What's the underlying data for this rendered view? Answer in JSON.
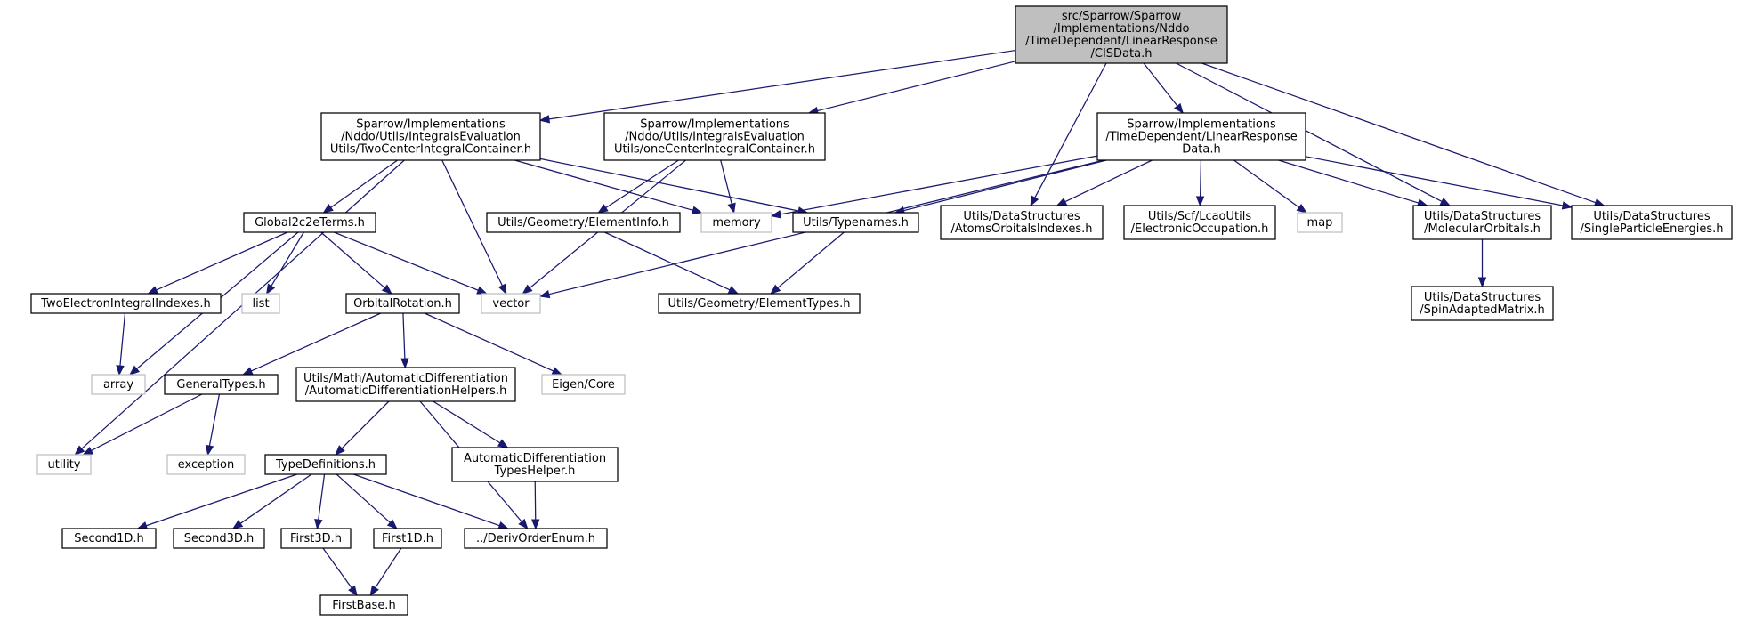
{
  "nodes": [
    {
      "id": "cisdata",
      "lines": [
        "src/Sparrow/Sparrow",
        "/Implementations/Nddo",
        "/TimeDependent/LinearResponse",
        "/CISData.h"
      ],
      "kind": "root"
    },
    {
      "id": "twocenter",
      "lines": [
        "Sparrow/Implementations",
        "/Nddo/Utils/IntegralsEvaluation",
        "Utils/TwoCenterIntegralContainer.h"
      ],
      "kind": "file"
    },
    {
      "id": "onecenter",
      "lines": [
        "Sparrow/Implementations",
        "/Nddo/Utils/IntegralsEvaluation",
        "Utils/oneCenterIntegralContainer.h"
      ],
      "kind": "file"
    },
    {
      "id": "lrdata",
      "lines": [
        "Sparrow/Implementations",
        "/TimeDependent/LinearResponse",
        "Data.h"
      ],
      "kind": "file"
    },
    {
      "id": "global2c2e",
      "lines": [
        "Global2c2eTerms.h"
      ],
      "kind": "file"
    },
    {
      "id": "elementinfo",
      "lines": [
        "Utils/Geometry/ElementInfo.h"
      ],
      "kind": "file"
    },
    {
      "id": "memory",
      "lines": [
        "memory"
      ],
      "kind": "external"
    },
    {
      "id": "typenames",
      "lines": [
        "Utils/Typenames.h"
      ],
      "kind": "file"
    },
    {
      "id": "atomsorb",
      "lines": [
        "Utils/DataStructures",
        "/AtomsOrbitalsIndexes.h"
      ],
      "kind": "file"
    },
    {
      "id": "lcao",
      "lines": [
        "Utils/Scf/LcaoUtils",
        "/ElectronicOccupation.h"
      ],
      "kind": "file"
    },
    {
      "id": "map",
      "lines": [
        "map"
      ],
      "kind": "external"
    },
    {
      "id": "molorb",
      "lines": [
        "Utils/DataStructures",
        "/MolecularOrbitals.h"
      ],
      "kind": "file"
    },
    {
      "id": "spe",
      "lines": [
        "Utils/DataStructures",
        "/SingleParticleEnergies.h"
      ],
      "kind": "file"
    },
    {
      "id": "twoelec",
      "lines": [
        "TwoElectronIntegralIndexes.h"
      ],
      "kind": "file"
    },
    {
      "id": "list",
      "lines": [
        "list"
      ],
      "kind": "external"
    },
    {
      "id": "orbrot",
      "lines": [
        "OrbitalRotation.h"
      ],
      "kind": "file"
    },
    {
      "id": "vector",
      "lines": [
        "vector"
      ],
      "kind": "external"
    },
    {
      "id": "elementtypes",
      "lines": [
        "Utils/Geometry/ElementTypes.h"
      ],
      "kind": "file"
    },
    {
      "id": "spinmat",
      "lines": [
        "Utils/DataStructures",
        "/SpinAdaptedMatrix.h"
      ],
      "kind": "file"
    },
    {
      "id": "array",
      "lines": [
        "array"
      ],
      "kind": "external"
    },
    {
      "id": "gentypes",
      "lines": [
        "GeneralTypes.h"
      ],
      "kind": "file"
    },
    {
      "id": "autodiff",
      "lines": [
        "Utils/Math/AutomaticDifferentiation",
        "/AutomaticDifferentiationHelpers.h"
      ],
      "kind": "file"
    },
    {
      "id": "eigen",
      "lines": [
        "Eigen/Core"
      ],
      "kind": "external"
    },
    {
      "id": "utility",
      "lines": [
        "utility"
      ],
      "kind": "external"
    },
    {
      "id": "exception",
      "lines": [
        "exception"
      ],
      "kind": "external"
    },
    {
      "id": "typedefs",
      "lines": [
        "TypeDefinitions.h"
      ],
      "kind": "file"
    },
    {
      "id": "adtypes",
      "lines": [
        "AutomaticDifferentiation",
        "TypesHelper.h"
      ],
      "kind": "file"
    },
    {
      "id": "second1d",
      "lines": [
        "Second1D.h"
      ],
      "kind": "file"
    },
    {
      "id": "second3d",
      "lines": [
        "Second3D.h"
      ],
      "kind": "file"
    },
    {
      "id": "first3d",
      "lines": [
        "First3D.h"
      ],
      "kind": "file"
    },
    {
      "id": "first1d",
      "lines": [
        "First1D.h"
      ],
      "kind": "file"
    },
    {
      "id": "derivorder",
      "lines": [
        "../DerivOrderEnum.h"
      ],
      "kind": "file"
    },
    {
      "id": "firstbase",
      "lines": [
        "FirstBase.h"
      ],
      "kind": "file"
    }
  ],
  "edges": [
    [
      "cisdata",
      "twocenter"
    ],
    [
      "cisdata",
      "onecenter"
    ],
    [
      "cisdata",
      "lrdata"
    ],
    [
      "cisdata",
      "atomsorb"
    ],
    [
      "cisdata",
      "molorb"
    ],
    [
      "cisdata",
      "spe"
    ],
    [
      "twocenter",
      "global2c2e"
    ],
    [
      "twocenter",
      "vector"
    ],
    [
      "twocenter",
      "utility"
    ],
    [
      "twocenter",
      "memory"
    ],
    [
      "twocenter",
      "typenames"
    ],
    [
      "onecenter",
      "vector"
    ],
    [
      "onecenter",
      "elementinfo"
    ],
    [
      "onecenter",
      "memory"
    ],
    [
      "lrdata",
      "memory"
    ],
    [
      "lrdata",
      "typenames"
    ],
    [
      "lrdata",
      "atomsorb"
    ],
    [
      "lrdata",
      "lcao"
    ],
    [
      "lrdata",
      "map"
    ],
    [
      "lrdata",
      "molorb"
    ],
    [
      "lrdata",
      "spe"
    ],
    [
      "lrdata",
      "vector"
    ],
    [
      "global2c2e",
      "twoelec"
    ],
    [
      "global2c2e",
      "list"
    ],
    [
      "global2c2e",
      "array"
    ],
    [
      "global2c2e",
      "orbrot"
    ],
    [
      "global2c2e",
      "vector"
    ],
    [
      "elementinfo",
      "elementtypes"
    ],
    [
      "typenames",
      "elementtypes"
    ],
    [
      "molorb",
      "spinmat"
    ],
    [
      "twoelec",
      "array"
    ],
    [
      "orbrot",
      "gentypes"
    ],
    [
      "orbrot",
      "autodiff"
    ],
    [
      "orbrot",
      "eigen"
    ],
    [
      "gentypes",
      "utility"
    ],
    [
      "gentypes",
      "exception"
    ],
    [
      "autodiff",
      "typedefs"
    ],
    [
      "autodiff",
      "adtypes"
    ],
    [
      "autodiff",
      "derivorder"
    ],
    [
      "adtypes",
      "derivorder"
    ],
    [
      "typedefs",
      "second1d"
    ],
    [
      "typedefs",
      "second3d"
    ],
    [
      "typedefs",
      "first3d"
    ],
    [
      "typedefs",
      "first1d"
    ],
    [
      "typedefs",
      "derivorder"
    ],
    [
      "first3d",
      "firstbase"
    ],
    [
      "first1d",
      "firstbase"
    ]
  ],
  "colors": {
    "edge": "#191970",
    "root_fill": "#bfbfbf",
    "box_border": "#000000",
    "external_border": "#bfbfbf"
  }
}
